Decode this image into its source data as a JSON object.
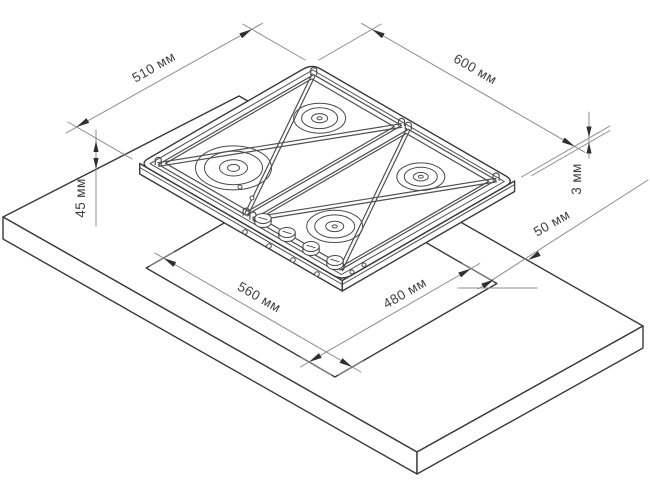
{
  "diagram": {
    "description_colors": {
      "background": "#ffffff",
      "object_line": "#3a3a3a",
      "dimension_line": "#8c8c8c",
      "label_text": "#3f3f3f"
    },
    "dimensions": {
      "hob_depth": {
        "label": "510 мм"
      },
      "hob_width": {
        "label": "600 мм"
      },
      "hob_body_height": {
        "label": "45 мм"
      },
      "rim_height": {
        "label": "3 мм"
      },
      "cutout_width": {
        "label": "560 мм"
      },
      "cutout_depth": {
        "label": "480 мм"
      },
      "edge_clearance": {
        "label": "50 мм"
      }
    }
  }
}
